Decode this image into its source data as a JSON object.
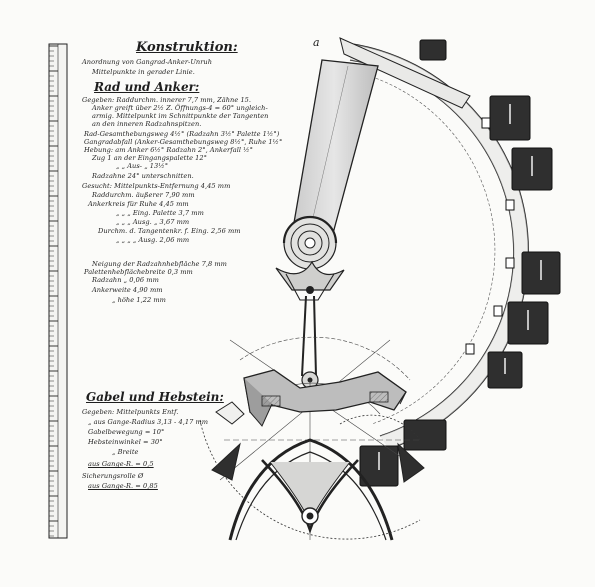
{
  "figure_letter": "a",
  "konstruktion": {
    "heading": "Konstruktion:",
    "line1": "Anordnung von Gangrad-Anker-Unruh",
    "line2": "Mittelpunkte in gerader Linie."
  },
  "rad_anker": {
    "heading": "Rad und Anker:",
    "lines": [
      "Gegeben: Raddurchm. innerer 7,7 mm, Zähne 15.",
      "Anker greift über 2½ Z. Öffnungs-4 = 60° ungleich-",
      "armig. Mittelpunkt im Schnittpunkte der Tangenten",
      "an den inneren Radzahnspitzen.",
      "Rad-Gesamthebungsweg 4½° (Radzahn 3½° Palette 1½°)",
      "Gangradabfall (Anker-Gesamthebungsweg 8½°, Ruhe 1½°",
      "Hebung: am Anker 6½° Radzahn 2°, Ankerfall ½°",
      "Zug 1 an der Eingangspalette 12°",
      "„ „ Aus- „ 13½°",
      "Radzahne 24° unterschnitten.",
      "Gesucht: Mittelpunkts-Entfernung 4,45 mm",
      "Raddurchm. äußerer 7,90 mm",
      "Ankerkreis für Ruhe 4,45 mm",
      "„ „ „ Eing. Palette 3,7 mm",
      "„ „ „ Ausg. „ 3,67 mm",
      "Durchm. d. Tangentenkr. f. Eing. 2,56 mm",
      "„ „ „ „ Ausg. 2,06 mm",
      "Neigung der Radzahnhebfläche 7,8 mm",
      "Palettenhebflächebreite 0,3 mm",
      "Radzahn „ 0,06 mm",
      "Ankerweite 4,90 mm",
      "„ höhe 1,22 mm"
    ]
  },
  "gabel_hebstein": {
    "heading": "Gabel und Hebstein:",
    "lines": [
      "Gegeben: Mittelpunkts Entf.",
      "„ aus Gange-Radius 3,13 - 4,17 mm",
      "Gabelbewegung = 10°",
      "Hebsteinwinkel = 30°",
      "„ Breite",
      "aus Gange-R. = 0,5",
      "Sicherungsrolle Ø",
      "aus Gange-R. = 0,85"
    ]
  },
  "colors": {
    "ink": "#1e1e1e",
    "paper": "#fbfbf9",
    "stone": "#2f2f2f",
    "wheel_fill": "#dcdcdc",
    "shade": "#bdbdbd"
  },
  "icons": {
    "ruler": "ruler-scale-icon",
    "jewel": "hebstein-jewel-icon"
  }
}
